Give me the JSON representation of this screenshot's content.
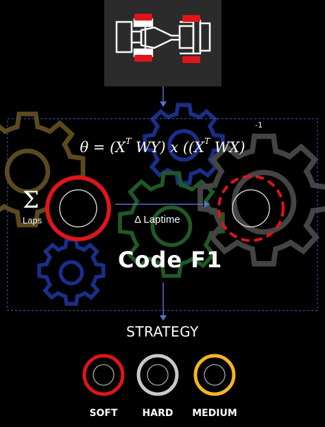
{
  "formula": {
    "lhs": "θ = (X",
    "sup_t1": "T",
    "mid1": " WY) x ((X",
    "sup_t2": "T",
    "mid2": "  WX)",
    "exponent": "-1"
  },
  "inputs": {
    "sigma": "Σ",
    "laps_label": "Laps",
    "delta_label": "Δ Laptime"
  },
  "brand": "Code F1",
  "strategy": {
    "title": "STRATEGY",
    "tyres": [
      {
        "label": "SOFT",
        "color": "#e0151a"
      },
      {
        "label": "HARD",
        "color": "#c8c8c8"
      },
      {
        "label": "MEDIUM",
        "color": "#f5b51e"
      }
    ]
  },
  "colors": {
    "background": "#000000",
    "frame": "#3a4fa8",
    "arrow": "#5a6fc8",
    "car_panel": "#2b2b2b",
    "gear_gold": "#5a4a1c",
    "gear_blue": "#1a2e8a",
    "gear_green": "#1f5a24",
    "gear_grey": "#444444"
  },
  "icons": [
    "f1-car-icon",
    "gear-icon",
    "tyre-icon",
    "arrow-icon"
  ]
}
